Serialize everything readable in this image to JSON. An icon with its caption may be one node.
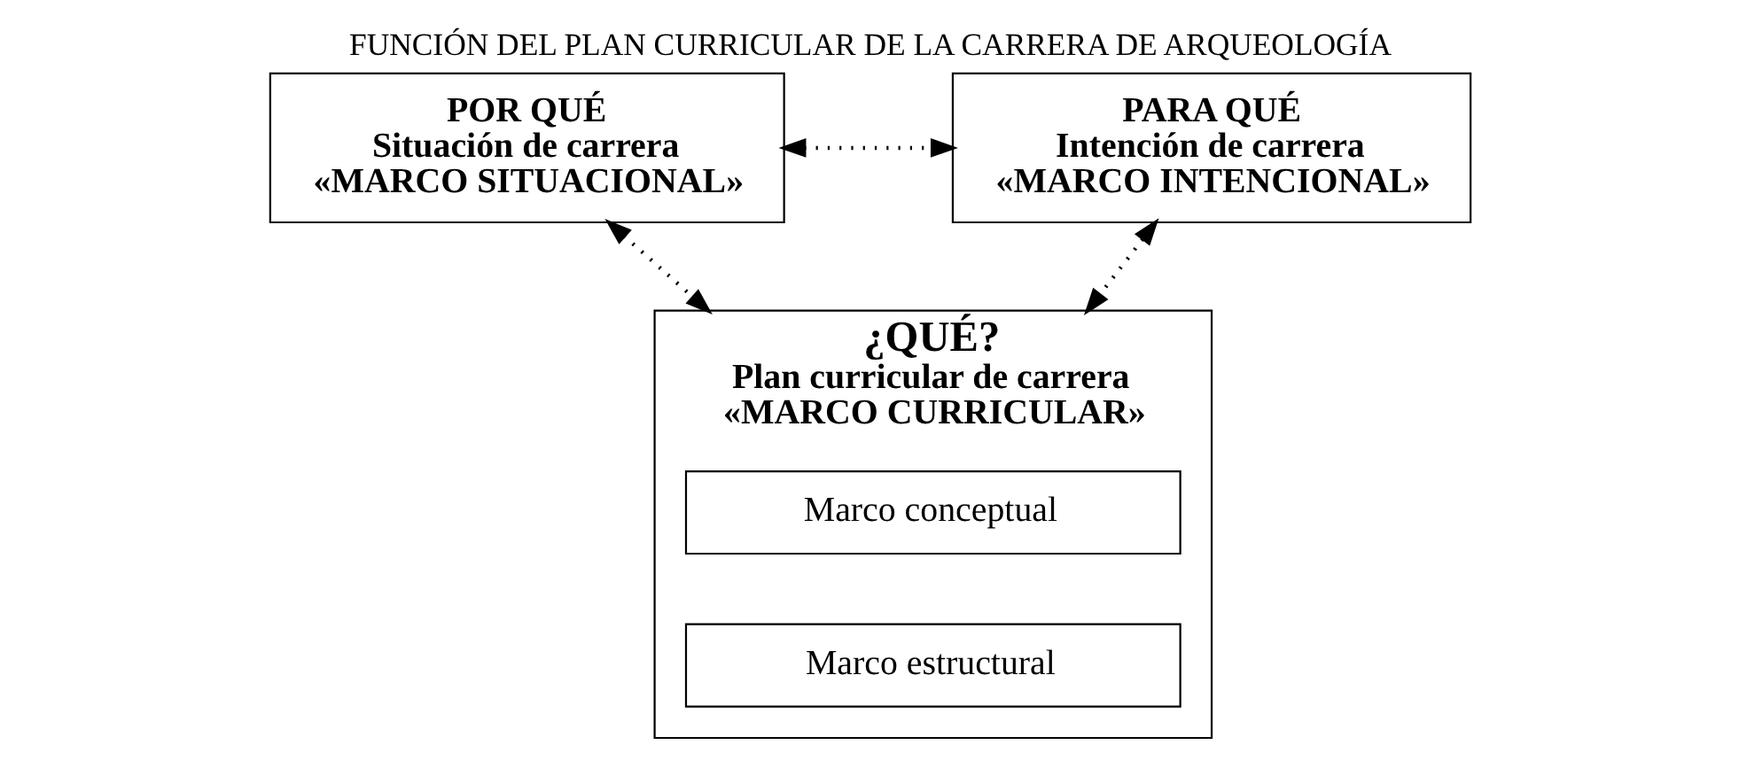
{
  "diagram": {
    "title": "FUNCIÓN DEL PLAN CURRICULAR DE LA CARRERA DE ARQUEOLOGÍA",
    "nodes": [
      {
        "text": [
          "POR QUÉ",
          "Situación de carrera",
          "«MARCO SITUACIONAL»"
        ]
      },
      {
        "text": [
          "PARA QUÉ",
          "Intención de carrera",
          "«MARCO INTENCIONAL»"
        ]
      },
      {
        "text": [
          "¿QUÉ?",
          "Plan curricular de carrera",
          "«MARCO CURRICULAR»"
        ]
      },
      {
        "text": [
          "Marco conceptual"
        ],
        "in": 2
      },
      {
        "text": [
          "Marco estructural"
        ],
        "in": 2
      }
    ],
    "edges": [
      {
        "from": 0,
        "to": 1,
        "arrow": "both",
        "style": "dashed"
      },
      {
        "from": 0,
        "to": 2,
        "arrow": "both",
        "style": "dashed"
      },
      {
        "from": 1,
        "to": 2,
        "arrow": "both",
        "style": "dashed"
      }
    ]
  }
}
